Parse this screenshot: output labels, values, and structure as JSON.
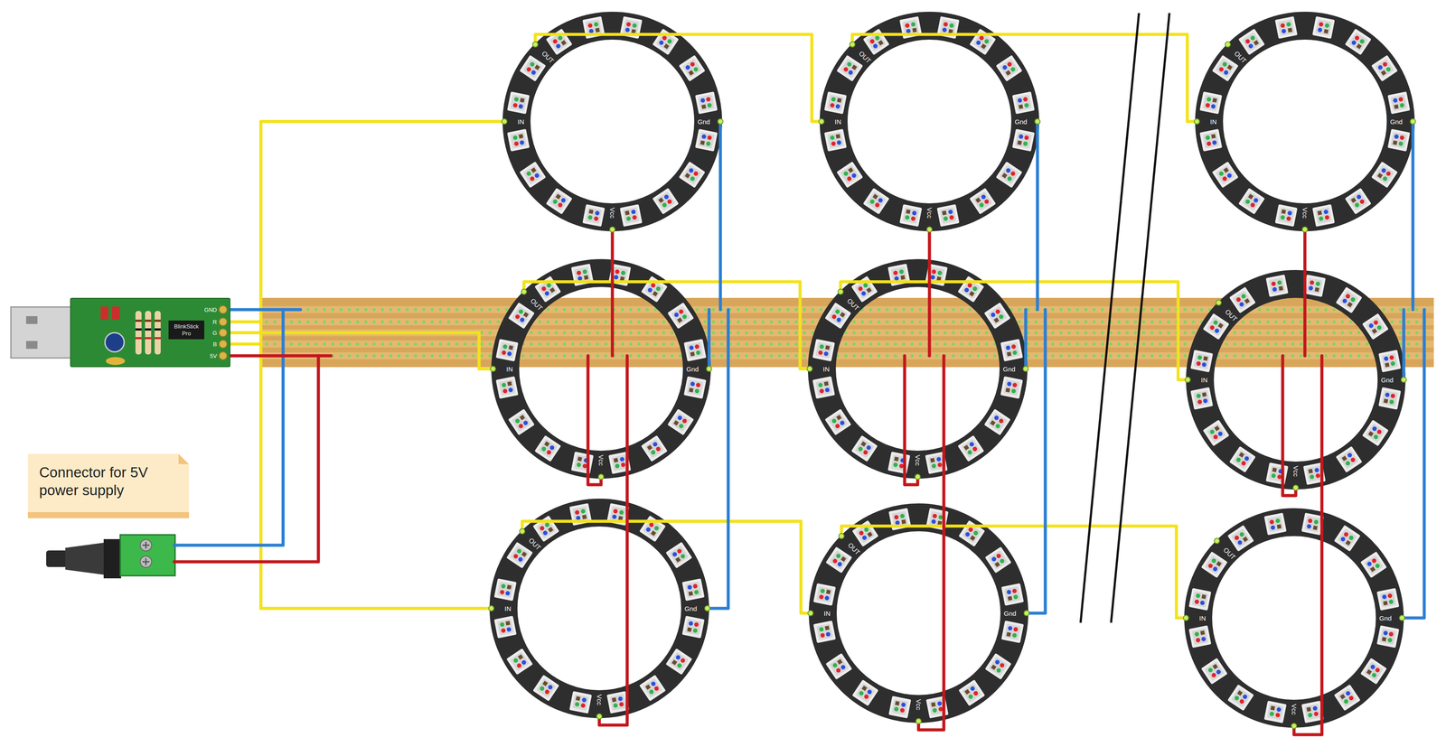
{
  "diagram": {
    "nodes": [
      {
        "text": [
          "BlinkStick Pro"
        ]
      },
      {
        "text": [
          "Connector for 5V power supply"
        ]
      }
    ],
    "labels": [
      "GND",
      "R",
      "G",
      "B",
      "5V",
      "OUT",
      "IN",
      "Gnd",
      "Vcc",
      "OUT",
      "IN",
      "Gnd",
      "Vcc",
      "OUT",
      "IN",
      "Gnd",
      "Vcc",
      "OUT",
      "IN",
      "Gnd",
      "Vcc",
      "OUT",
      "IN",
      "Gnd",
      "Vcc",
      "OUT",
      "IN",
      "Gnd",
      "Vcc",
      "OUT",
      "IN",
      "Gnd",
      "Vcc",
      "OUT",
      "IN",
      "Gnd",
      "Vcc",
      "OUT",
      "IN",
      "Gnd",
      "Vcc"
    ]
  }
}
